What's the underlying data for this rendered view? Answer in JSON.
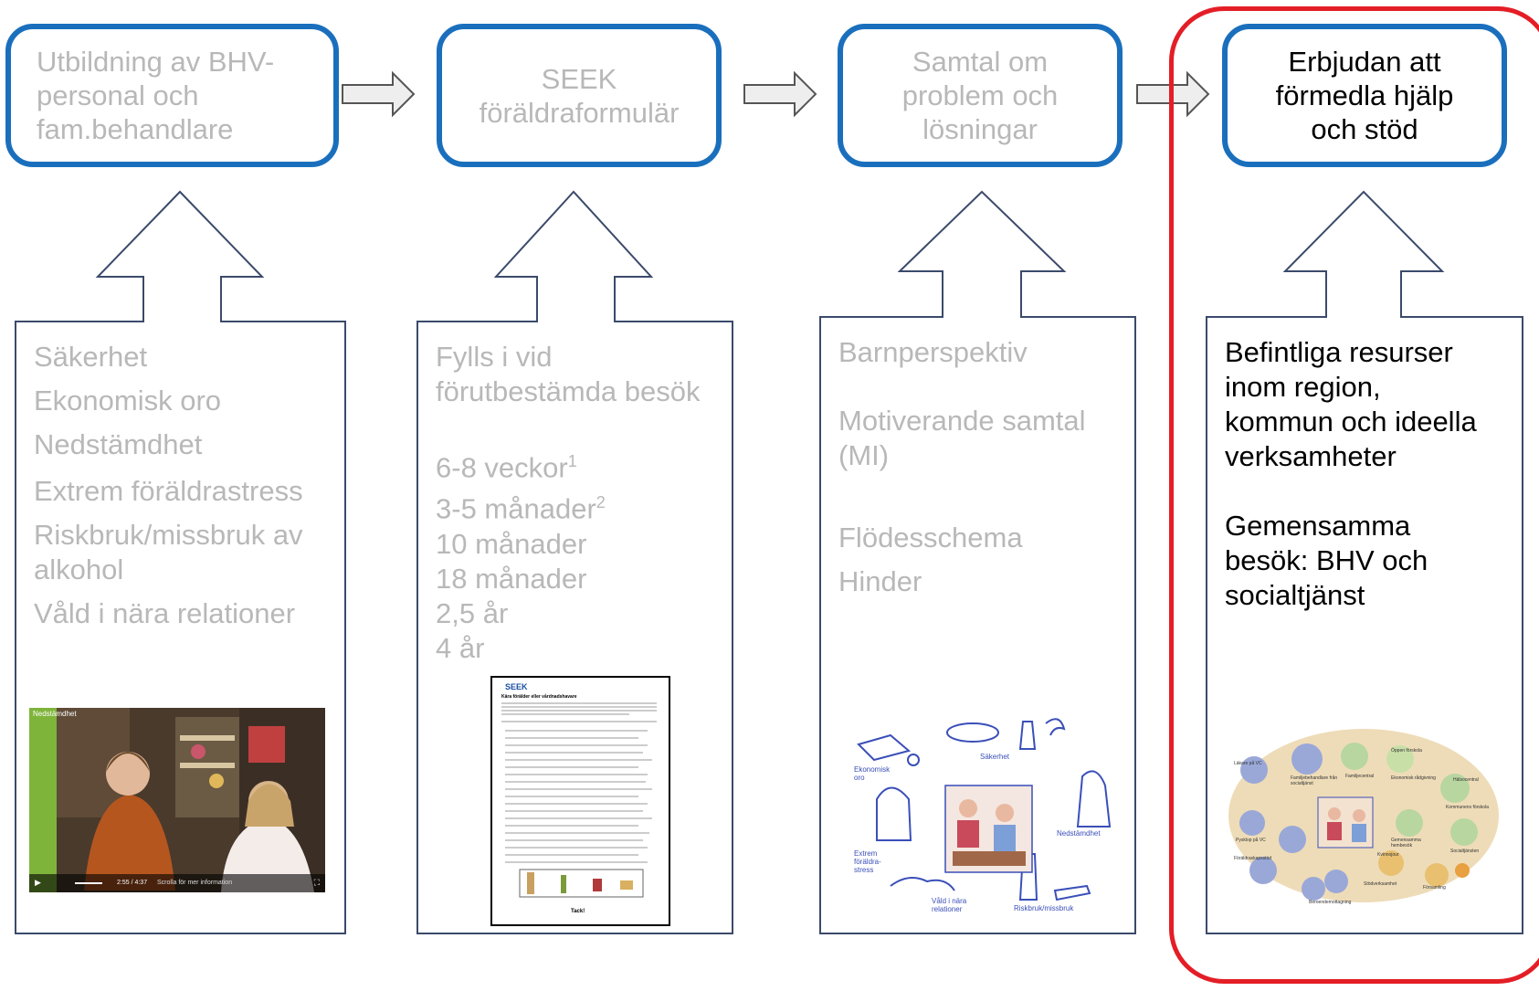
{
  "steps": [
    {
      "title": "Utbildning av BHV-\npersonal och\nfam.behandlare"
    },
    {
      "title": "SEEK\nföräldraformulär"
    },
    {
      "title": "Samtal om\nproblem och\nlösningar"
    },
    {
      "title": "Erbjudan att\nförmedla hjälp\noch stöd"
    }
  ],
  "panel1": {
    "items": [
      "Säkerhet",
      "Ekonomisk oro",
      "Nedstämdhet",
      "Extrem föräldrastress",
      "Riskbruk/missbruk av",
      "alkohol",
      "Våld i nära relationer"
    ],
    "video": {
      "title": "Nedstämdhet",
      "time": "2:55 / 4:37",
      "caption": "Scrolla för mer information"
    }
  },
  "panel2": {
    "intro": [
      "Fylls i vid",
      "förutbestämda besök"
    ],
    "visits": [
      {
        "text": "6-8 veckor",
        "sup": "1"
      },
      {
        "text": "3-5 månader",
        "sup": "2"
      },
      {
        "text": "10 månader",
        "sup": ""
      },
      {
        "text": "18 månader",
        "sup": ""
      },
      {
        "text": "2,5 år",
        "sup": ""
      },
      {
        "text": "4 år",
        "sup": ""
      }
    ],
    "form_logo": "SEEK",
    "form_heading": "Kära förälder eller vårdnadshavare",
    "form_footer": "Tack!"
  },
  "panel3": {
    "items": [
      "Barnperspektiv",
      "Motiverande samtal",
      "(MI)",
      "Flödesschema",
      "Hinder"
    ],
    "illustration_labels": [
      "Ekonomisk oro",
      "Säkerhet",
      "Extrem föräldra-stress",
      "Nedstämdhet",
      "Våld i nära relationer",
      "Riskbruk/missbruk"
    ]
  },
  "panel4": {
    "para1": [
      "Befintliga resurser",
      "inom region,",
      "kommun och ideella",
      "verksamheter"
    ],
    "para2": [
      "Gemensamma",
      "besök: BHV och",
      "socialtjänst"
    ],
    "illustration_labels": [
      "Läkare på VC",
      "Familjebehandlare från socialtjänst",
      "Familjecentral",
      "Ekonomisk rådgivning",
      "Pysklop på VC",
      "Kommunens förskola",
      "Öppen förskola",
      "Gemensamma hembesök",
      "Socialtjänsten",
      "Beroende­mottagning",
      "Stödverksamhet",
      "Kvinnojour",
      "Hälsocentral",
      "Församling",
      "Föräldraskapsstöd"
    ]
  },
  "colors": {
    "box_border": "#1a6fbd",
    "highlight": "#e41e26",
    "muted_text": "#b8b8b8",
    "panel_border": "#3b4a6b"
  }
}
